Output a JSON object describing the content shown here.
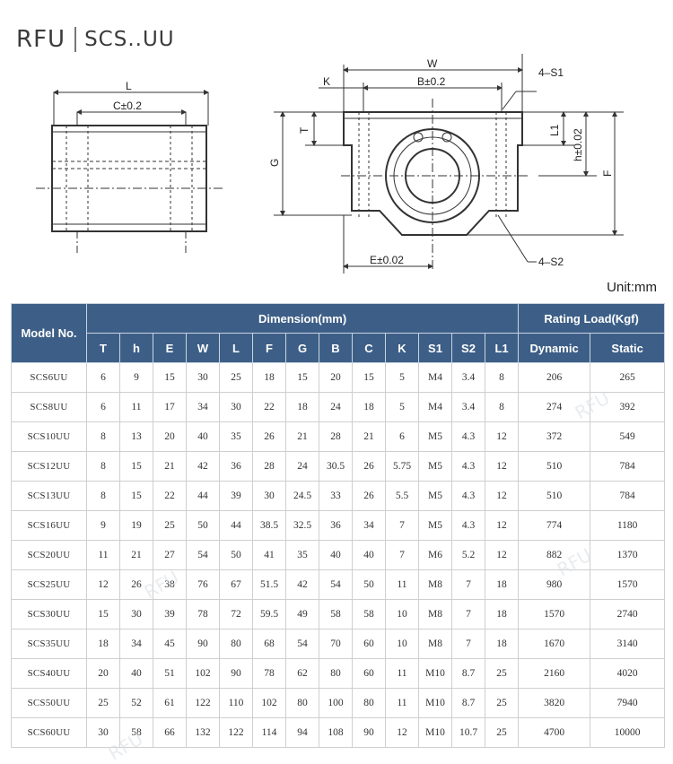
{
  "header": {
    "brand": "RFU",
    "model": "SCS..UU"
  },
  "drawing": {
    "labels": {
      "L": "L",
      "C": "C±0.2",
      "W": "W",
      "K": "K",
      "B": "B±0.2",
      "S1": "4–S1",
      "T": "T",
      "L1": "L1",
      "h": "h±0.02",
      "G": "G",
      "F": "F",
      "E": "E±0.02",
      "S2": "4–S2"
    }
  },
  "unit": "Unit:mm",
  "table": {
    "model_header": "Model No.",
    "dimension_header": "Dimension(mm)",
    "rating_header": "Rating Load(Kgf)",
    "columns": [
      "T",
      "h",
      "E",
      "W",
      "L",
      "F",
      "G",
      "B",
      "C",
      "K",
      "S1",
      "S2",
      "L1"
    ],
    "rating_columns": [
      "Dynamic",
      "Static"
    ],
    "rows": [
      [
        "SCS6UU",
        "6",
        "9",
        "15",
        "30",
        "25",
        "18",
        "15",
        "20",
        "15",
        "5",
        "M4",
        "3.4",
        "8",
        "206",
        "265"
      ],
      [
        "SCS8UU",
        "6",
        "11",
        "17",
        "34",
        "30",
        "22",
        "18",
        "24",
        "18",
        "5",
        "M4",
        "3.4",
        "8",
        "274",
        "392"
      ],
      [
        "SCS10UU",
        "8",
        "13",
        "20",
        "40",
        "35",
        "26",
        "21",
        "28",
        "21",
        "6",
        "M5",
        "4.3",
        "12",
        "372",
        "549"
      ],
      [
        "SCS12UU",
        "8",
        "15",
        "21",
        "42",
        "36",
        "28",
        "24",
        "30.5",
        "26",
        "5.75",
        "M5",
        "4.3",
        "12",
        "510",
        "784"
      ],
      [
        "SCS13UU",
        "8",
        "15",
        "22",
        "44",
        "39",
        "30",
        "24.5",
        "33",
        "26",
        "5.5",
        "M5",
        "4.3",
        "12",
        "510",
        "784"
      ],
      [
        "SCS16UU",
        "9",
        "19",
        "25",
        "50",
        "44",
        "38.5",
        "32.5",
        "36",
        "34",
        "7",
        "M5",
        "4.3",
        "12",
        "774",
        "1180"
      ],
      [
        "SCS20UU",
        "11",
        "21",
        "27",
        "54",
        "50",
        "41",
        "35",
        "40",
        "40",
        "7",
        "M6",
        "5.2",
        "12",
        "882",
        "1370"
      ],
      [
        "SCS25UU",
        "12",
        "26",
        "38",
        "76",
        "67",
        "51.5",
        "42",
        "54",
        "50",
        "11",
        "M8",
        "7",
        "18",
        "980",
        "1570"
      ],
      [
        "SCS30UU",
        "15",
        "30",
        "39",
        "78",
        "72",
        "59.5",
        "49",
        "58",
        "58",
        "10",
        "M8",
        "7",
        "18",
        "1570",
        "2740"
      ],
      [
        "SCS35UU",
        "18",
        "34",
        "45",
        "90",
        "80",
        "68",
        "54",
        "70",
        "60",
        "10",
        "M8",
        "7",
        "18",
        "1670",
        "3140"
      ],
      [
        "SCS40UU",
        "20",
        "40",
        "51",
        "102",
        "90",
        "78",
        "62",
        "80",
        "60",
        "11",
        "M10",
        "8.7",
        "25",
        "2160",
        "4020"
      ],
      [
        "SCS50UU",
        "25",
        "52",
        "61",
        "122",
        "110",
        "102",
        "80",
        "100",
        "80",
        "11",
        "M10",
        "8.7",
        "25",
        "3820",
        "7940"
      ],
      [
        "SCS60UU",
        "30",
        "58",
        "66",
        "132",
        "122",
        "114",
        "94",
        "108",
        "90",
        "12",
        "M10",
        "10.7",
        "25",
        "4700",
        "10000"
      ]
    ]
  }
}
